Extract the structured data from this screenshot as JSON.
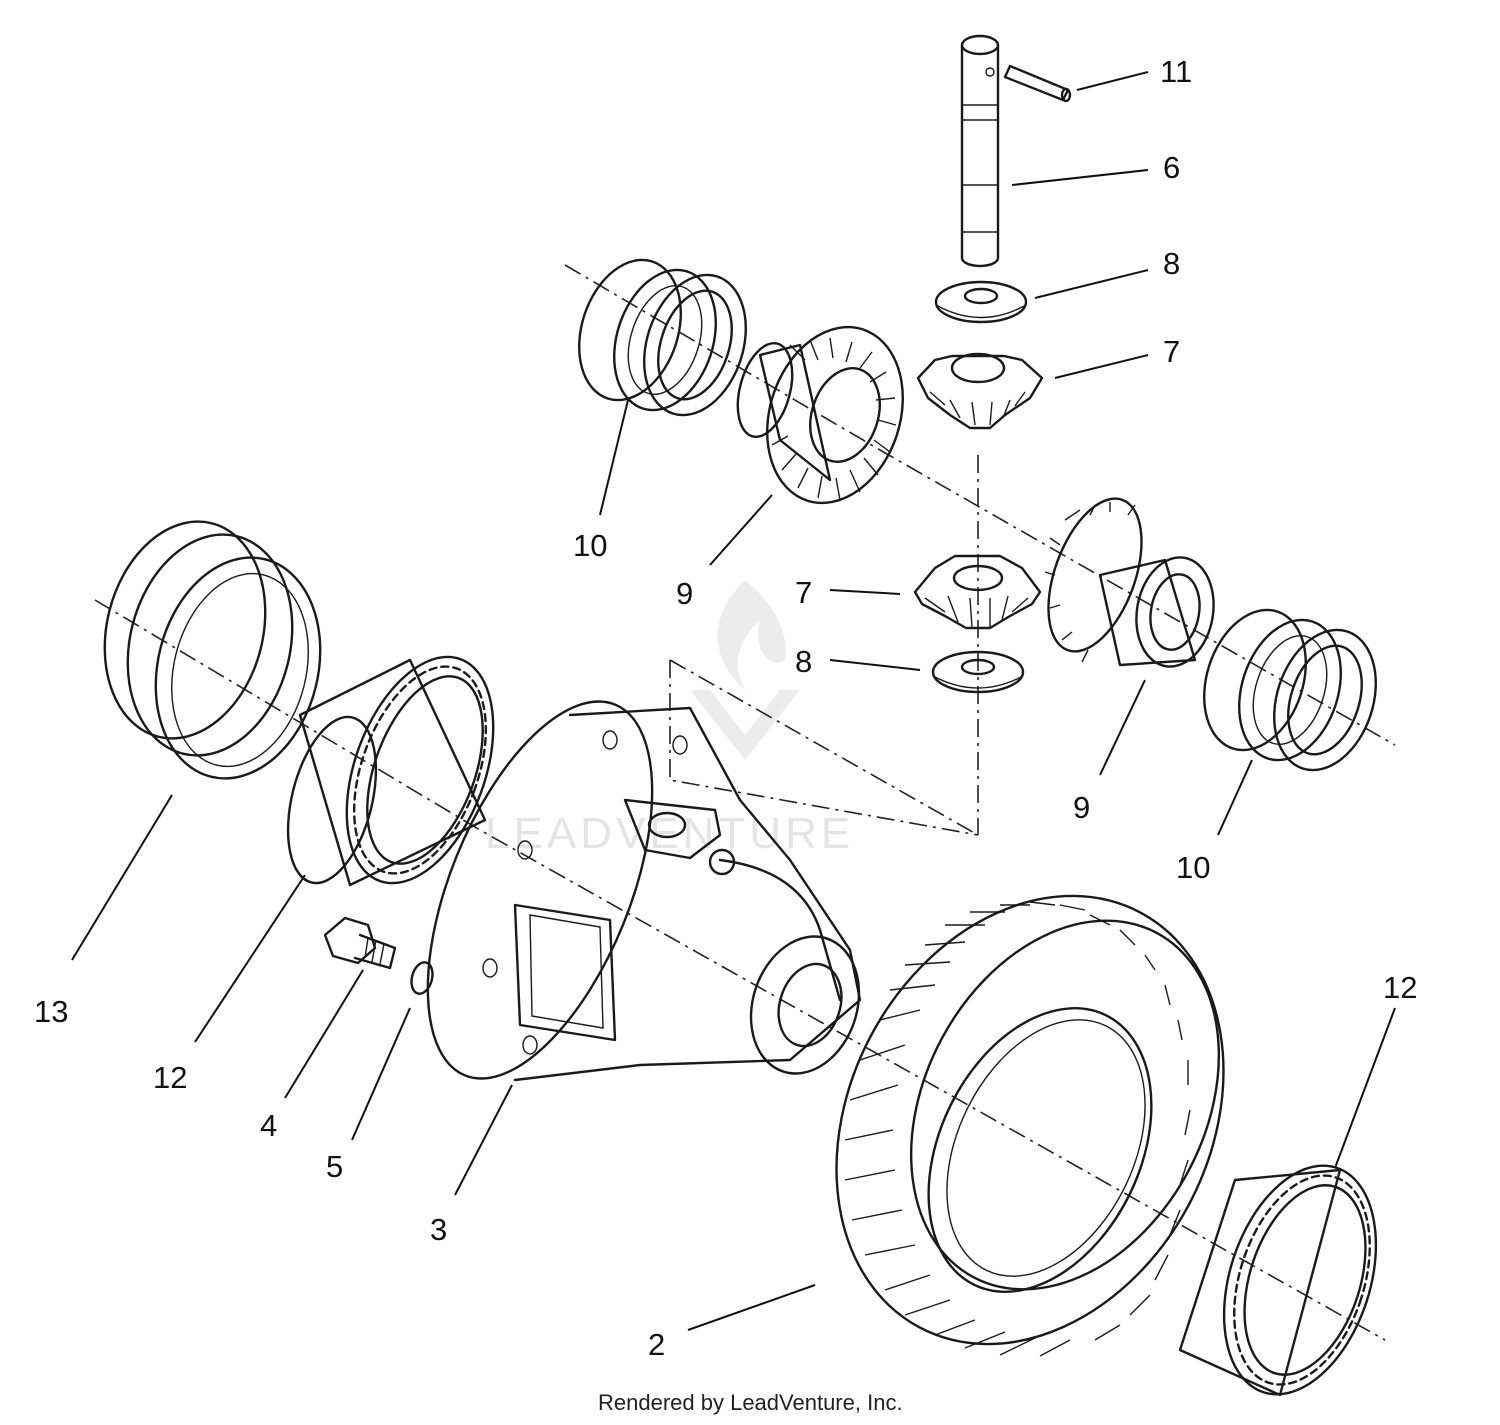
{
  "diagram": {
    "callouts": [
      {
        "id": "c11",
        "label": "11"
      },
      {
        "id": "c6",
        "label": "6"
      },
      {
        "id": "c8a",
        "label": "8"
      },
      {
        "id": "c7a",
        "label": "7"
      },
      {
        "id": "c10a",
        "label": "10"
      },
      {
        "id": "c9a",
        "label": "9"
      },
      {
        "id": "c7b",
        "label": "7"
      },
      {
        "id": "c8b",
        "label": "8"
      },
      {
        "id": "c9b",
        "label": "9"
      },
      {
        "id": "c10b",
        "label": "10"
      },
      {
        "id": "c13",
        "label": "13"
      },
      {
        "id": "c12a",
        "label": "12"
      },
      {
        "id": "c4",
        "label": "4"
      },
      {
        "id": "c5",
        "label": "5"
      },
      {
        "id": "c3",
        "label": "3"
      },
      {
        "id": "c12b",
        "label": "12"
      },
      {
        "id": "c2",
        "label": "2"
      }
    ],
    "watermark": "LEADVENTURE",
    "credit": "Rendered by LeadVenture, Inc."
  }
}
